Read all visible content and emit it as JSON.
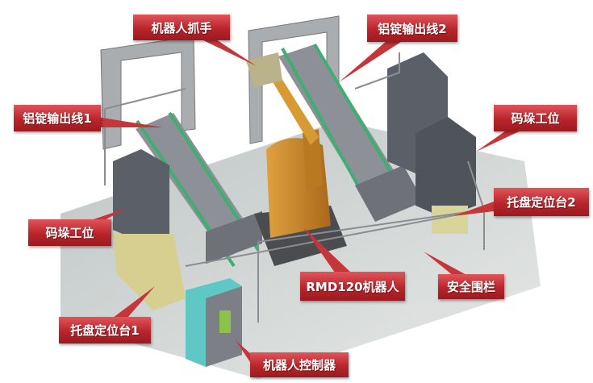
{
  "title": "Robotic aluminum ingot palletizing cell layout",
  "labels": {
    "gripper": "机器人抓手",
    "output_line_2": "铝锭输出线2",
    "output_line_1": "铝锭输出线1",
    "stacking_station_right": "码垛工位",
    "pallet_table_2": "托盘定位台2",
    "stacking_station_left": "码垛工位",
    "robot": "RMD120机器人",
    "safety_fence": "安全围栏",
    "pallet_table_1": "托盘定位台1",
    "robot_controller": "机器人控制器"
  },
  "colors": {
    "callout": "#b8252b",
    "floor": "#c9cfcf",
    "robot": "#c8851d",
    "conveyor": "#3fae72",
    "ingot": "#5b6068",
    "controller": "#5fc7c4"
  }
}
